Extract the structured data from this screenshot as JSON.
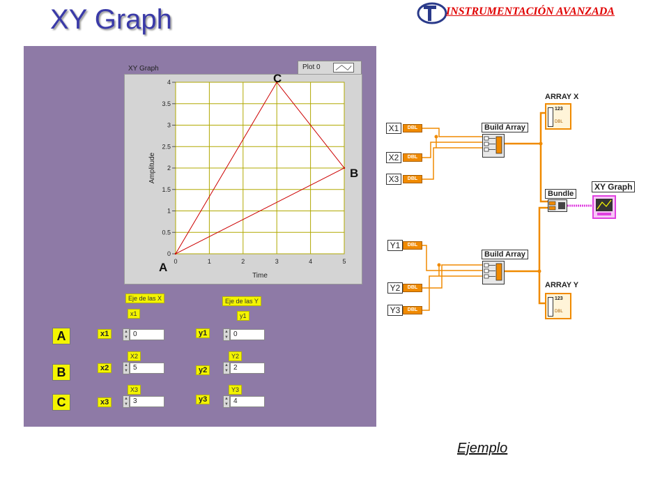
{
  "header": {
    "title": "XY Graph",
    "brand": "INSTRUMENTACIÓN AVANZADA"
  },
  "graph": {
    "title": "XY Graph",
    "legend_label": "Plot 0",
    "ylabel": "Amplitude",
    "xlabel": "Time",
    "xticks": [
      "0",
      "1",
      "2",
      "3",
      "4",
      "5"
    ],
    "yticks": [
      "0",
      "0.5",
      "1",
      "1.5",
      "2",
      "2.5",
      "3",
      "3.5",
      "4"
    ],
    "vertex_labels": {
      "a": "A",
      "b": "B",
      "c": "C"
    }
  },
  "chart_data": {
    "type": "line",
    "x": [
      0,
      5,
      3,
      0
    ],
    "y": [
      0,
      2,
      4,
      0
    ],
    "xlabel": "Time",
    "ylabel": "Amplitude",
    "xlim": [
      0,
      5
    ],
    "ylim": [
      0,
      4
    ],
    "grid": true,
    "legend": "top-right",
    "series_color": "#cc0000",
    "grid_color": "#b0a800"
  },
  "controls": {
    "x_group_caption": "Eje de las X",
    "y_group_caption": "Eje de las Y",
    "rows": [
      {
        "letter": "A",
        "x_label": "x1",
        "x_caption": "x1",
        "x_value": "0",
        "y_label": "y1",
        "y_caption": "y1",
        "y_value": "0"
      },
      {
        "letter": "B",
        "x_label": "x2",
        "x_caption": "X2",
        "x_value": "5",
        "y_label": "y2",
        "y_caption": "Y2",
        "y_value": "2"
      },
      {
        "letter": "C",
        "x_label": "x3",
        "x_caption": "X3",
        "x_value": "3",
        "y_label": "y3",
        "y_caption": "Y3",
        "y_value": "4"
      }
    ]
  },
  "block_diagram": {
    "x_inputs": [
      "X1",
      "X2",
      "X3"
    ],
    "y_inputs": [
      "Y1",
      "Y2",
      "Y3"
    ],
    "dbl_tag": "DBL",
    "build_array_label": "Build Array",
    "bundle_label": "Bundle",
    "array_x_label": "ARRAY X",
    "array_y_label": "ARRAY Y",
    "array_index_tag": "123",
    "xy_graph_label": "XY Graph",
    "wire_orange": "#f08a00",
    "wire_pink": "#e040e0"
  },
  "footer": {
    "caption": "Ejemplo"
  },
  "colors": {
    "title": "#3a3aa8",
    "brand": "#e00000",
    "panel": "#8e7aa6",
    "control_yellow": "#f4f400"
  }
}
